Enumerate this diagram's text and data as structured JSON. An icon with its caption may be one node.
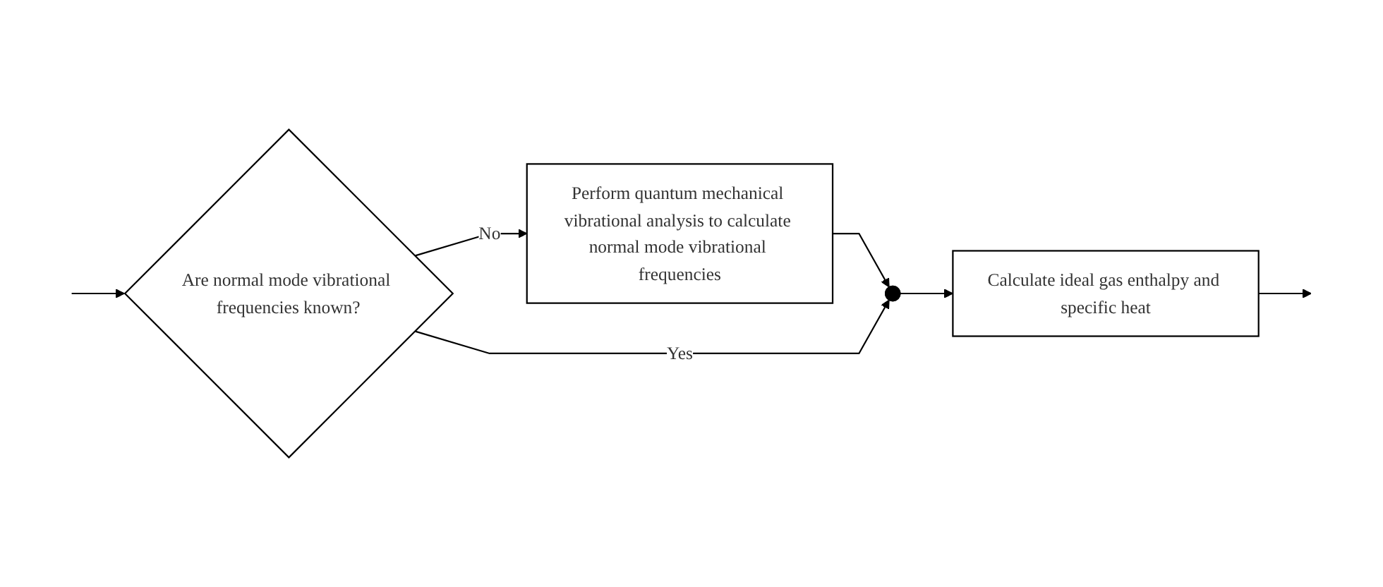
{
  "diagram": {
    "nodes": [
      {
        "text": [
          "Are normal mode vibrational frequencies known?"
        ]
      },
      {
        "text": [
          "Perform quantum mechanical vibrational analysis to calculate normal mode vibrational frequencies"
        ]
      },
      {
        "text": [],
        "shape": "circle"
      },
      {
        "text": [
          "Calculate ideal gas enthalpy and specific heat"
        ]
      }
    ],
    "edges": [
      {
        "from": null,
        "to": 0,
        "arrow": "to"
      },
      {
        "from": 0,
        "to": 1,
        "label": "No",
        "arrow": "to"
      },
      {
        "from": 1,
        "to": 2,
        "arrow": "to"
      },
      {
        "from": 0,
        "to": 2,
        "label": "Yes",
        "arrow": "to"
      },
      {
        "from": 2,
        "to": 3,
        "arrow": "to"
      },
      {
        "from": 3,
        "to": null,
        "arrow": "to"
      }
    ]
  }
}
